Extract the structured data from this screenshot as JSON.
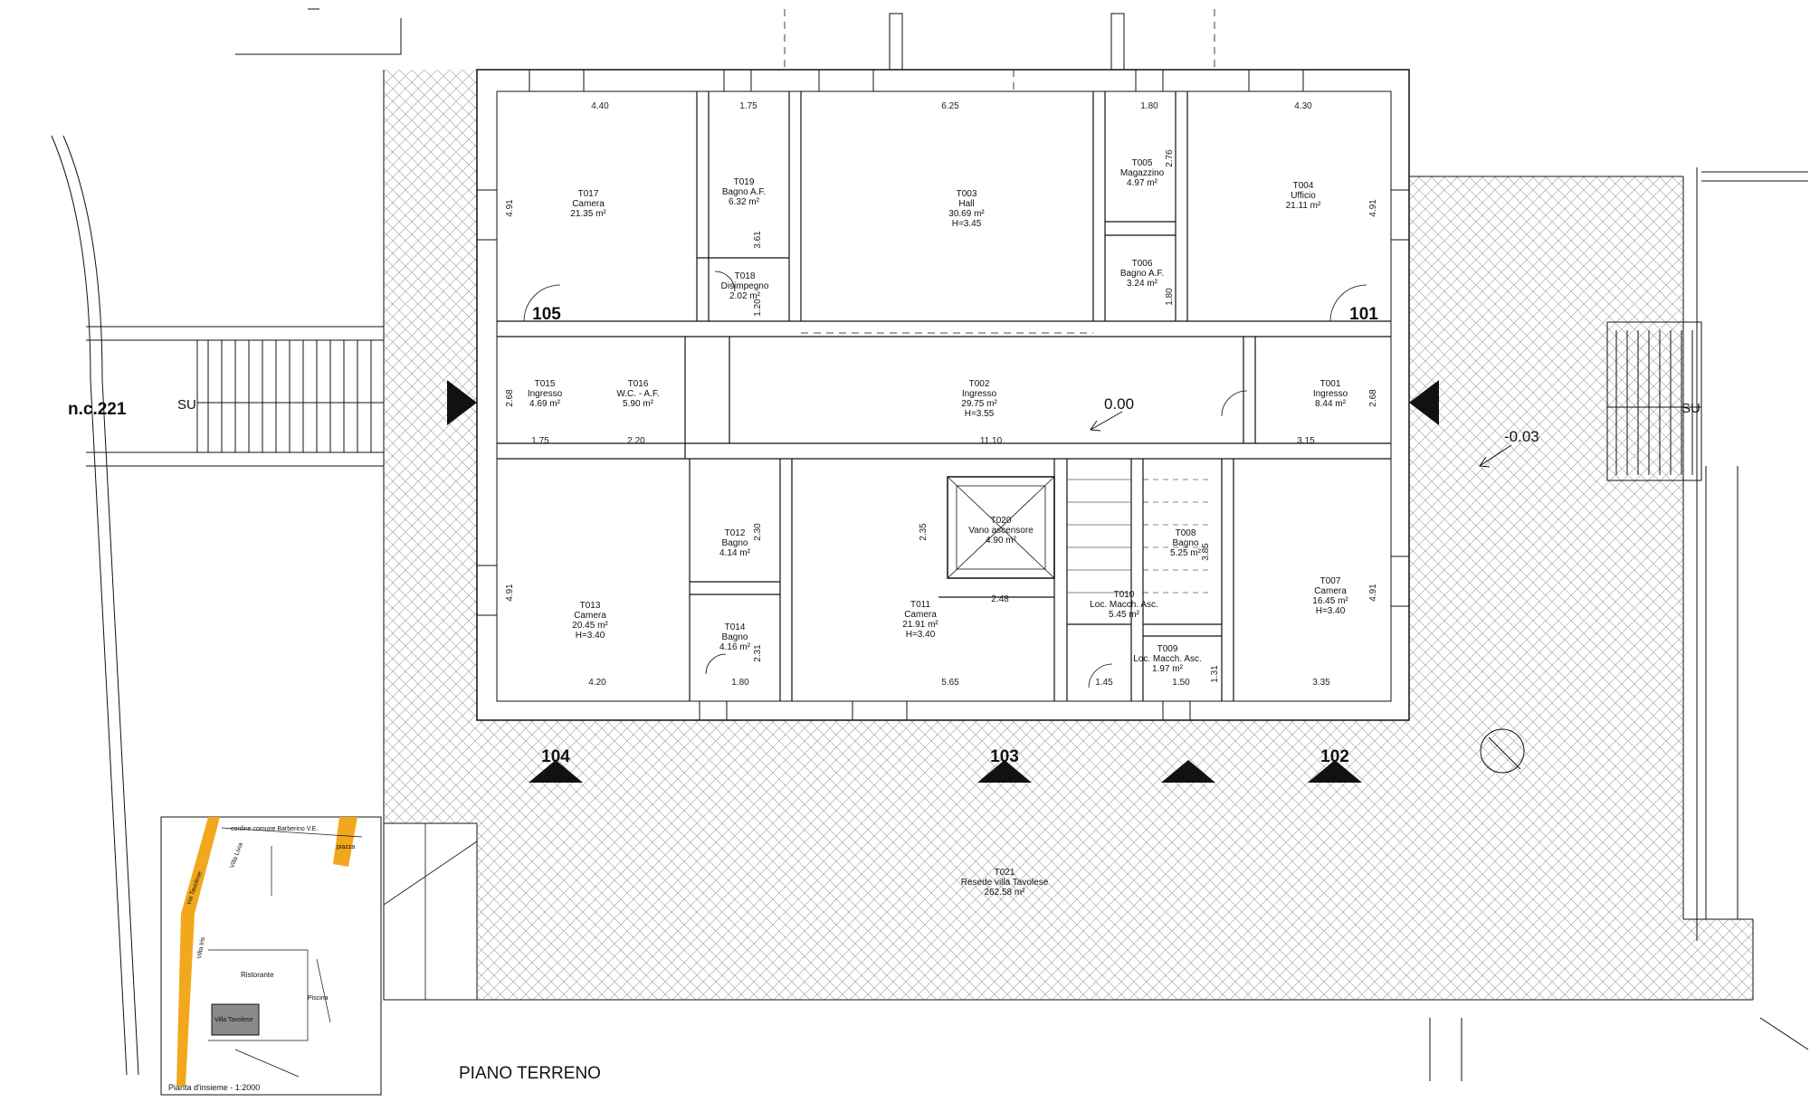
{
  "drawing": {
    "title": "PIANO TERRENO",
    "parcel_label": "n.c.221",
    "stair_up_label": "SU",
    "level_main": "0.00",
    "level_outer": "-0.03",
    "elevation_marks": [
      "105",
      "101",
      "104",
      "103",
      "102"
    ]
  },
  "rooms": [
    {
      "code": "T017",
      "name": "Camera",
      "area": "21.35 m²",
      "height": ""
    },
    {
      "code": "T019",
      "name": "Bagno A.F.",
      "area": "6.32 m²",
      "height": ""
    },
    {
      "code": "T018",
      "name": "Disimpegno",
      "area": "2.02 m²",
      "height": ""
    },
    {
      "code": "T003",
      "name": "Hall",
      "area": "30.69 m²",
      "height": "H=3.45"
    },
    {
      "code": "T005",
      "name": "Magazzino",
      "area": "4.97 m²",
      "height": ""
    },
    {
      "code": "T006",
      "name": "Bagno A.F.",
      "area": "3.24 m²",
      "height": ""
    },
    {
      "code": "T004",
      "name": "Ufficio",
      "area": "21.11 m²",
      "height": ""
    },
    {
      "code": "T015",
      "name": "Ingresso",
      "area": "4.69 m²",
      "height": ""
    },
    {
      "code": "T016",
      "name": "W.C. - A.F.",
      "area": "5.90 m²",
      "height": ""
    },
    {
      "code": "T002",
      "name": "Ingresso",
      "area": "29.75 m²",
      "height": "H=3.55"
    },
    {
      "code": "T001",
      "name": "Ingresso",
      "area": "8.44 m²",
      "height": ""
    },
    {
      "code": "T012",
      "name": "Bagno",
      "area": "4.14 m²",
      "height": ""
    },
    {
      "code": "T014",
      "name": "Bagno",
      "area": "4.16 m²",
      "height": ""
    },
    {
      "code": "T013",
      "name": "Camera",
      "area": "20.45 m²",
      "height": "H=3.40"
    },
    {
      "code": "T020",
      "name": "Vano ascensore",
      "area": "4.90 m²",
      "height": ""
    },
    {
      "code": "T011",
      "name": "Camera",
      "area": "21.91 m²",
      "height": "H=3.40"
    },
    {
      "code": "T010",
      "name": "Loc. Macch. Asc.",
      "area": "5.45 m²",
      "height": ""
    },
    {
      "code": "T008",
      "name": "Bagno",
      "area": "5.25 m²",
      "height": ""
    },
    {
      "code": "T009",
      "name": "Loc. Macch. Asc.",
      "area": "1.97 m²",
      "height": ""
    },
    {
      "code": "T007",
      "name": "Camera",
      "area": "16.45 m²",
      "height": "H=3.40"
    },
    {
      "code": "T021",
      "name": "Resede villa Tavolese",
      "area": "262.58 m²",
      "height": ""
    }
  ],
  "dimensions": [
    "4.40",
    "1.75",
    "6.25",
    "1.80",
    "4.30",
    "4.91",
    "4.91",
    "2.76",
    "3.61",
    "1.20",
    "1.80",
    "2.68",
    "1.75",
    "2.20",
    "11.10",
    "3.15",
    "2.68",
    "2.30",
    "2.35",
    "3.85",
    "4.91",
    "4.91",
    "2.48",
    "2.31",
    "1.31",
    "4.20",
    "1.80",
    "5.65",
    "1.45",
    "1.50",
    "3.35"
  ],
  "inset": {
    "caption": "Pianta d'insieme - 1:2000",
    "labels": [
      "confine comune Barberino V.E.",
      "piazza",
      "Villa Livia",
      "via Tavolese",
      "Villa Iris",
      "Ristorante",
      "Villa Tavolese",
      "Piscina"
    ]
  },
  "colors": {
    "line": "#111111",
    "hatch": "#9a9a9a",
    "road": "#f2a81d",
    "building_fill": "#8a8a8a"
  }
}
